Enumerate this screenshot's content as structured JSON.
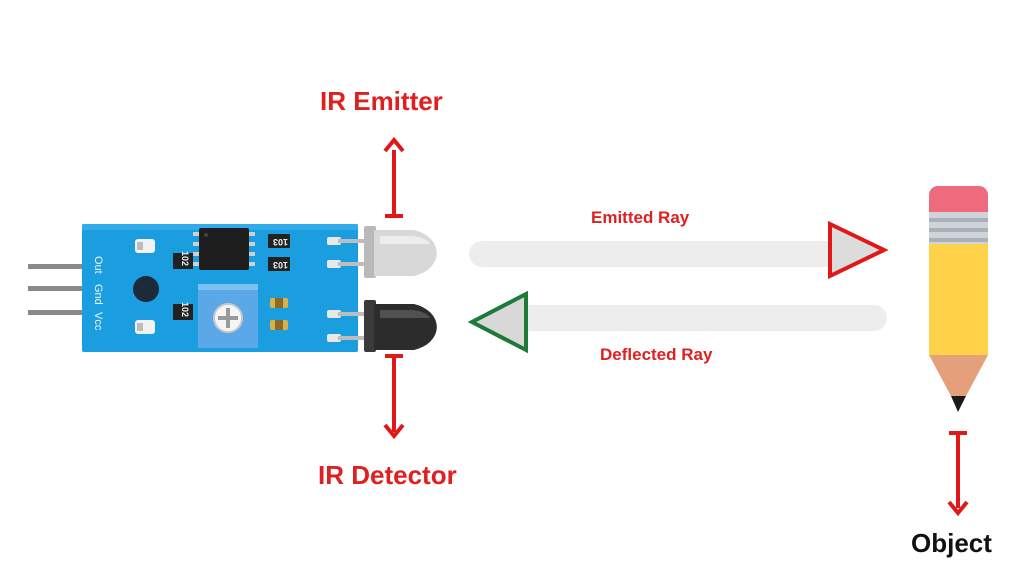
{
  "labels": {
    "emitter": "IR Emitter",
    "detector": "IR Detector",
    "emitted_ray": "Emitted Ray",
    "deflected_ray": "Deflected Ray",
    "object": "Object"
  },
  "module": {
    "pins": [
      "Out",
      "Gnd",
      "Vcc"
    ],
    "resistors": [
      "102",
      "103",
      "103",
      "102"
    ]
  },
  "colors": {
    "label_red": "#e02020",
    "arrow_red": "#e01818",
    "board_blue": "#1a9ee0",
    "emitted_marker": "#e01818",
    "deflected_marker": "#1f7a3a",
    "ray": "#ededed",
    "pencil_body": "#ffd24a",
    "pencil_eraser": "#ee6a7c",
    "pencil_tip": "#e3a07a"
  },
  "icons": {
    "sensor": "ir-sensor-module-icon",
    "object": "pencil-icon"
  }
}
